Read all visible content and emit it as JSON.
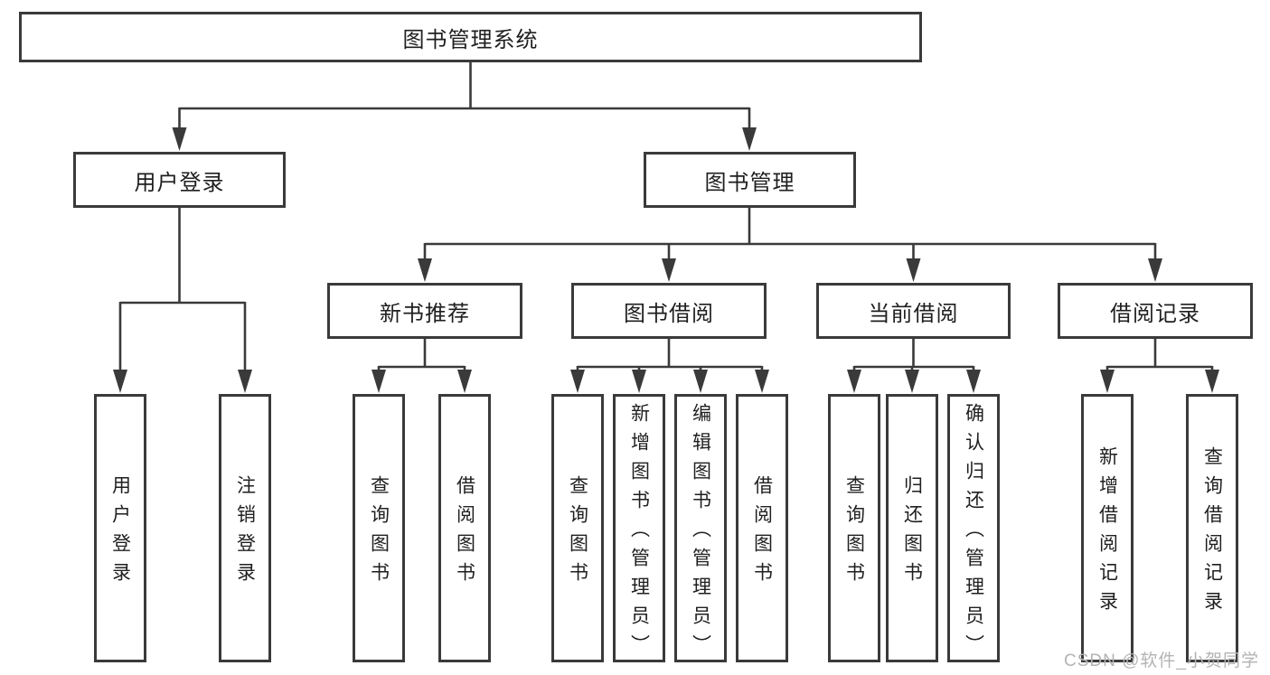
{
  "colors": {
    "line": "#3a3a3a",
    "box_border": "#3a3a3a",
    "text": "#1f1f1f",
    "watermark": "#b3b3b3",
    "background": "#ffffff"
  },
  "watermark": {
    "text": "CSDN @软件_小贺同学"
  },
  "tree": {
    "label": "图书管理系统",
    "children": [
      {
        "label": "用户登录",
        "children": [
          {
            "label": "用户登录"
          },
          {
            "label": "注销登录"
          }
        ]
      },
      {
        "label": "图书管理",
        "children": [
          {
            "label": "新书推荐",
            "children": [
              {
                "label": "查询图书"
              },
              {
                "label": "借阅图书"
              }
            ]
          },
          {
            "label": "图书借阅",
            "children": [
              {
                "label": "查询图书"
              },
              {
                "label": "新增图书（管理员）"
              },
              {
                "label": "编辑图书（管理员）"
              },
              {
                "label": "借阅图书"
              }
            ]
          },
          {
            "label": "当前借阅",
            "children": [
              {
                "label": "查询图书"
              },
              {
                "label": "归还图书"
              },
              {
                "label": "确认归还（管理员）"
              }
            ]
          },
          {
            "label": "借阅记录",
            "children": [
              {
                "label": "新增借阅记录"
              },
              {
                "label": "查询借阅记录"
              }
            ]
          }
        ]
      }
    ]
  }
}
